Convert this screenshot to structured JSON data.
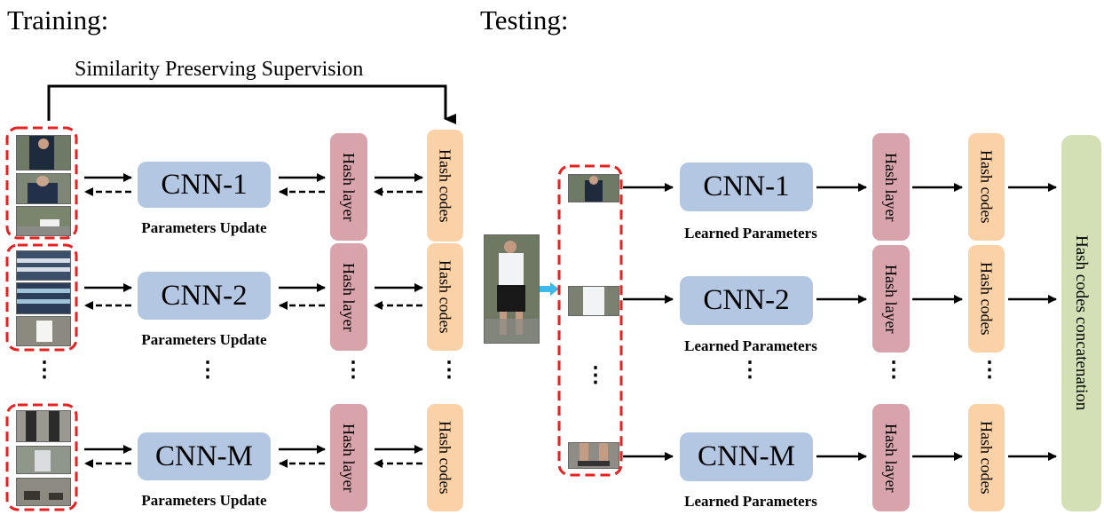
{
  "titles": {
    "training": "Training:",
    "testing": "Testing:"
  },
  "supervision": "Similarity Preserving Supervision",
  "training": {
    "rows": [
      {
        "cnn": "CNN-1",
        "caption": "Parameters Update",
        "hash": "Hash layer",
        "codes": "Hash codes"
      },
      {
        "cnn": "CNN-2",
        "caption": "Parameters Update",
        "hash": "Hash layer",
        "codes": "Hash codes"
      },
      {
        "cnn": "CNN-M",
        "caption": "Parameters Update",
        "hash": "Hash layer",
        "codes": "Hash codes"
      }
    ]
  },
  "testing": {
    "rows": [
      {
        "cnn": "CNN-1",
        "caption": "Learned Parameters",
        "hash": "Hash layer",
        "codes": "Hash codes"
      },
      {
        "cnn": "CNN-2",
        "caption": "Learned Parameters",
        "hash": "Hash layer",
        "codes": "Hash codes"
      },
      {
        "cnn": "CNN-M",
        "caption": "Learned Parameters",
        "hash": "Hash layer",
        "codes": "Hash codes"
      }
    ],
    "concat": "Hash codes concatenation"
  },
  "ellipsis": "⋮",
  "colors": {
    "cnn": "#b3c7e3",
    "hash_layer": "#d8a3aa",
    "hash_codes": "#fbd2a8",
    "concatenation": "#d3e0b6",
    "dashed_group": "#e8201f",
    "split_arrow": "#3fb8ea"
  }
}
